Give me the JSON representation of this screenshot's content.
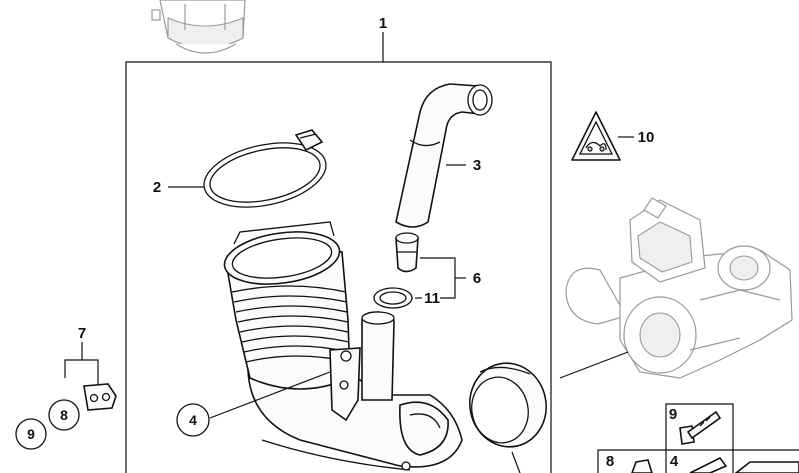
{
  "callouts": {
    "c1": "1",
    "c2": "2",
    "c3": "3",
    "c4": "4",
    "c6": "6",
    "c7": "7",
    "c8": "8",
    "c9": "9",
    "c10": "10",
    "c11": "11",
    "inset_9": "9",
    "inset_8": "8",
    "inset_4": "4"
  },
  "icons": {
    "warning": "caution-triangle-icon"
  }
}
